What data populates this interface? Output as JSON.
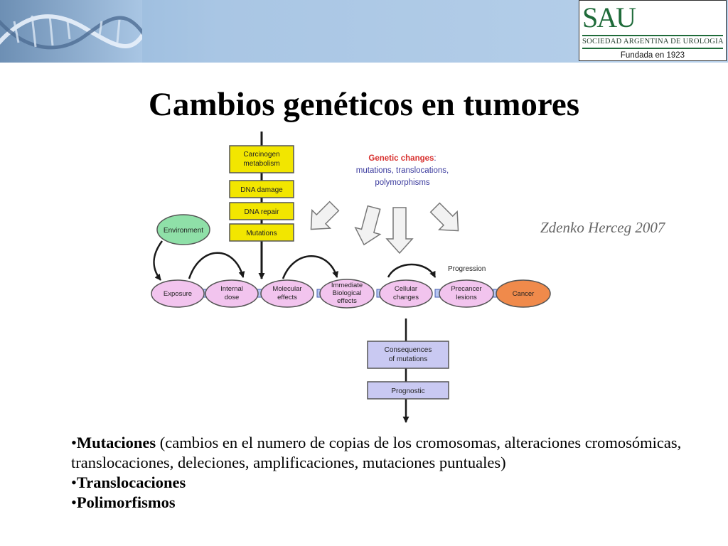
{
  "header": {
    "logo": {
      "letters": "SAU",
      "name": "SOCIEDAD ARGENTINA DE UROLOGIA",
      "founded": "Fundada en 1923"
    }
  },
  "title": "Cambios genéticos en tumores",
  "diagram": {
    "top_boxes": [
      "Carcinogen metabolism",
      "DNA damage",
      "DNA repair",
      "Mutations"
    ],
    "genetic_changes": {
      "heading": "Genetic changes",
      "heading_suffix": ":",
      "lines": [
        "mutations, translocations,",
        "polymorphisms"
      ]
    },
    "environment": "Environment",
    "progression": "Progression",
    "stages": [
      {
        "lines": [
          "Exposure"
        ]
      },
      {
        "lines": [
          "Internal",
          "dose"
        ]
      },
      {
        "lines": [
          "Molecular",
          "effects"
        ]
      },
      {
        "lines": [
          "Immediate",
          "Biological",
          "effects"
        ]
      },
      {
        "lines": [
          "Cellular",
          "changes"
        ]
      },
      {
        "lines": [
          "Precancer",
          "lesions"
        ]
      },
      {
        "lines": [
          "Cancer"
        ]
      }
    ],
    "bottom_boxes": [
      {
        "lines": [
          "Consequences",
          "of mutations"
        ]
      },
      {
        "lines": [
          "Prognostic"
        ]
      }
    ],
    "colors": {
      "yellow_box": "#f2e600",
      "stage_pink": "#f2c4ee",
      "cancer_orange": "#f08a4b",
      "environment_green": "#8fe0a8",
      "lavender_box": "#c9c9f2",
      "genetic_red": "#d8312f",
      "genetic_blue": "#3b3b9e"
    }
  },
  "citation": "Zdenko Herceg 2007",
  "bullets": [
    {
      "bold": "Mutaciones",
      "rest": " (cambios en el numero de copias de los cromosomas, alteraciones cromosómicas, translocaciones, deleciones, amplificaciones, mutaciones puntuales)"
    },
    {
      "bold": "Translocaciones",
      "rest": ""
    },
    {
      "bold": "Polimorfismos",
      "rest": ""
    }
  ]
}
